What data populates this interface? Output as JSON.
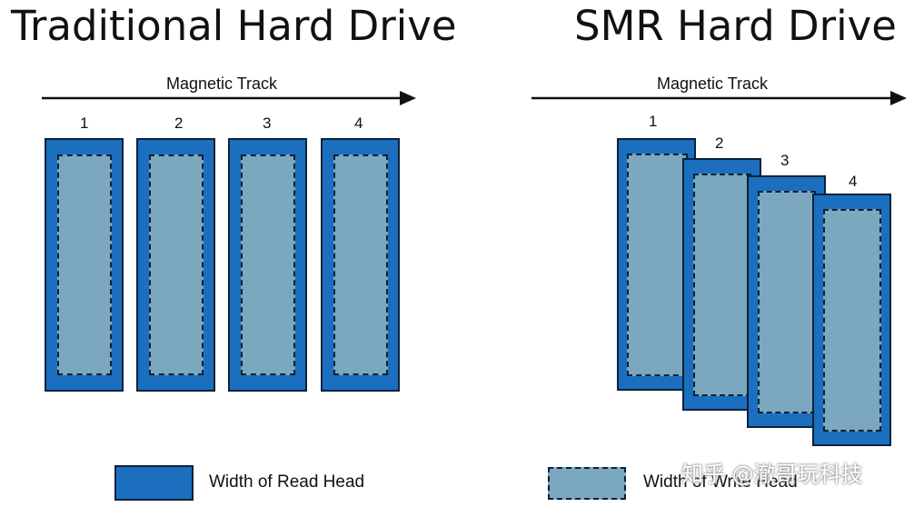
{
  "colors": {
    "read_head": "#1c6fbf",
    "write_head": "#7ba7bf",
    "outline": "#0a2238"
  },
  "left": {
    "title": "Traditional Hard Drive",
    "axis_label": "Magnetic Track",
    "tracks": [
      "1",
      "2",
      "3",
      "4"
    ]
  },
  "right": {
    "title": "SMR Hard Drive",
    "axis_label": "Magnetic Track",
    "tracks": [
      "1",
      "2",
      "3",
      "4"
    ]
  },
  "legend": {
    "read_head_label": "Width of Read Head",
    "write_head_label": "Width of Write Head"
  },
  "watermark": "知乎 @澈哥玩科技"
}
